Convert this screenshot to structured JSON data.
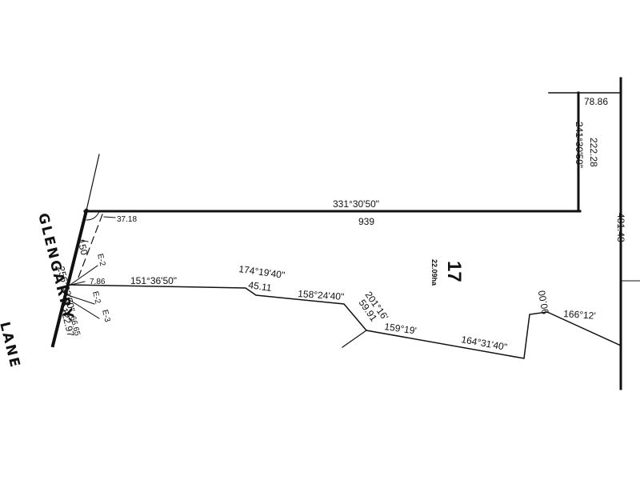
{
  "colors": {
    "ink": "#111111",
    "paper": "#ffffff"
  },
  "road_name": {
    "line1": "GLENGARRY",
    "line2": "LANE"
  },
  "lot": {
    "number": "17",
    "area": "22.09ha"
  },
  "dimensions": {
    "top_right_width": "78.86",
    "right_upper_length": "222.28",
    "right_upper_bearing": "241°30'50\"",
    "north_bearing": "331°30'50\"",
    "north_length": "939",
    "east_length": "481.48",
    "corner_small": "37.18",
    "frontage_150": "150",
    "easement_e2_top": "E-2",
    "offset_7_86": "7.86",
    "easement_e2_mid": "E-2",
    "easement_e3": "E-3",
    "frontage_bearing": "256°03'50\"",
    "frontage_length": "122.97",
    "frontage_6665": "66.65",
    "south_bearing_1": "151°36'50\"",
    "south_bearing_2": "174°19'40\"",
    "south_length_2": "45.11",
    "south_bearing_3": "158°24'40\"",
    "south_bearing_4": "201°16'",
    "south_length_4": "59.91",
    "south_bearing_5": "159°19'",
    "south_bearing_6": "164°31'40\"",
    "south_length_6": "90.00",
    "south_bearing_7": "166°12'"
  }
}
